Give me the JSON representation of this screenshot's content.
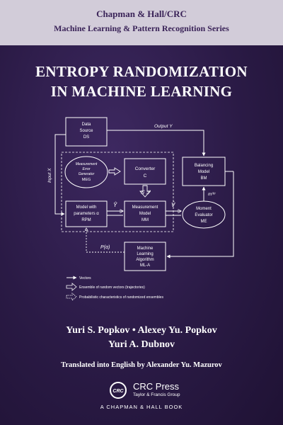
{
  "series": {
    "line1": "Chapman & Hall/CRC",
    "line2": "Machine Learning & Pattern Recognition Series"
  },
  "title": {
    "line1": "ENTROPY RANDOMIZATION",
    "line2": "IN MACHINE LEARNING"
  },
  "diagram": {
    "ds": [
      "Data",
      "Source",
      "DS"
    ],
    "meg": [
      "Measurement",
      "Error",
      "Generator",
      "MEG"
    ],
    "conv": [
      "Converter",
      "C"
    ],
    "bm": [
      "Balancing",
      "Model",
      "BM"
    ],
    "rpm": [
      "Model with",
      "parameters α",
      "RPM"
    ],
    "mm": [
      "Measurement",
      "Model",
      "MM"
    ],
    "me": [
      "Moment",
      "Evaluator",
      "ME"
    ],
    "mla": [
      "Machine",
      "Learning",
      "Algorithm",
      "ML-A"
    ],
    "output_label": "Output Y",
    "input_label": "Input X",
    "gq_label": "𝒢   𝒬",
    "yhat_label": "Ŷ",
    "vhat_label": "V̂",
    "m_label": "m⁽ᵏ⁾",
    "p_label": "P(α)",
    "legend": [
      "Vectors",
      "Ensemble of random vectors (trajectories)",
      "Probabilistic characteristics of randomized ensembles"
    ]
  },
  "authors": {
    "line1": "Yuri S. Popkov • Alexey Yu. Popkov",
    "line2": "Yuri A. Dubnov"
  },
  "translator": "Translated into English by Alexander Yu. Mazurov",
  "publisher": {
    "logo_text": "CRC",
    "name": "CRC Press",
    "sub": "Taylor & Francis Group",
    "imprint": "A CHAPMAN & HALL BOOK"
  },
  "colors": {
    "background": "#2a1a45",
    "series_band": "#d2ccd9",
    "series_text": "#3a2358"
  }
}
